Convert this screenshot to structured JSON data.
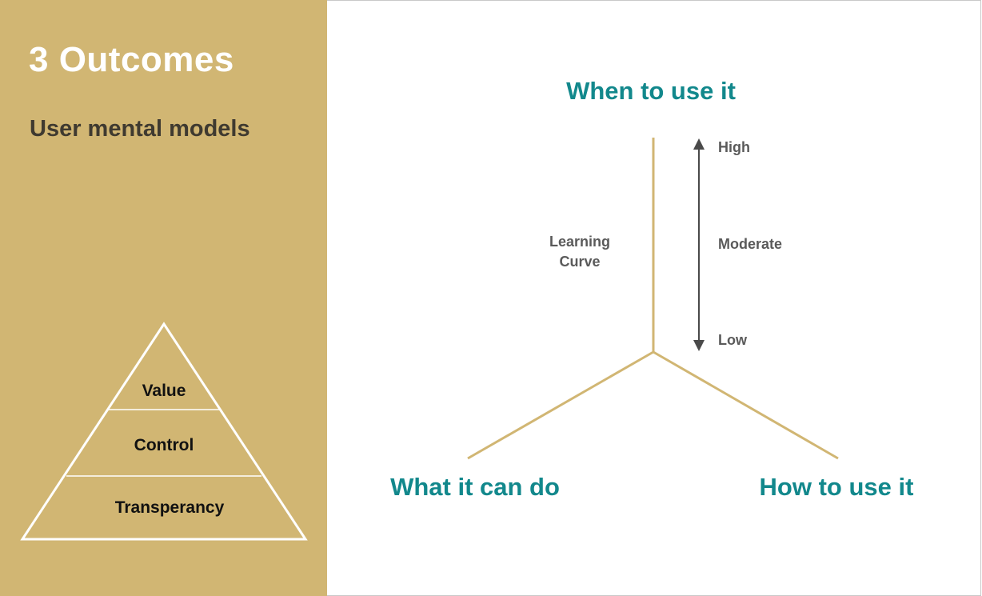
{
  "sidebar": {
    "title": "3 Outcomes",
    "subtitle": "User mental models",
    "pyramid_layers": [
      "Value",
      "Control",
      "Transperancy"
    ]
  },
  "diagram": {
    "top_label": "When to use it",
    "left_label": "What it can do",
    "right_label": "How to use it",
    "axis_label_line1": "Learning",
    "axis_label_line2": "Curve",
    "scale": {
      "high": "High",
      "moderate": "Moderate",
      "low": "Low"
    }
  },
  "colors": {
    "sidebar_bg": "#d1b673",
    "accent_teal": "#12888c",
    "axis_line": "#d1b673",
    "scale_text": "#5a5a5a"
  }
}
